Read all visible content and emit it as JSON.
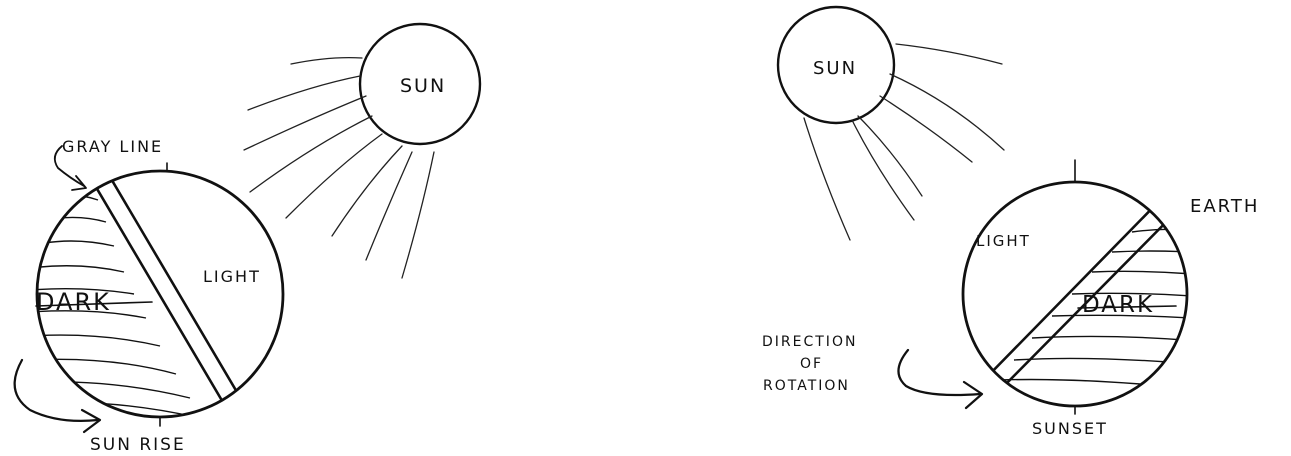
{
  "left_diagram": {
    "sun_label": "SUN",
    "gray_line_label": "GRAY LINE",
    "light_label": "LIGHT",
    "dark_label": "DARK",
    "sunrise_label": "SUN RISE"
  },
  "right_diagram": {
    "sun_label": "SUN",
    "earth_label": "EARTH",
    "light_label": "LIGHT",
    "dark_label": "DARK",
    "rotation_label_line1": "DIRECTION",
    "rotation_label_line2": "OF",
    "rotation_label_line3": "ROTATION",
    "sunset_label": "SUNSET"
  }
}
